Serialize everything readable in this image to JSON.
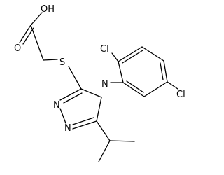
{
  "molecule": {
    "atoms": {
      "oh": "OH",
      "o": "O",
      "s": "S",
      "n4": "N",
      "n2": "N",
      "n1": "N",
      "cl2": "Cl",
      "cl5": "Cl"
    },
    "colors": {
      "bond": "#000000",
      "label": "#000000",
      "background": "#ffffff"
    }
  }
}
